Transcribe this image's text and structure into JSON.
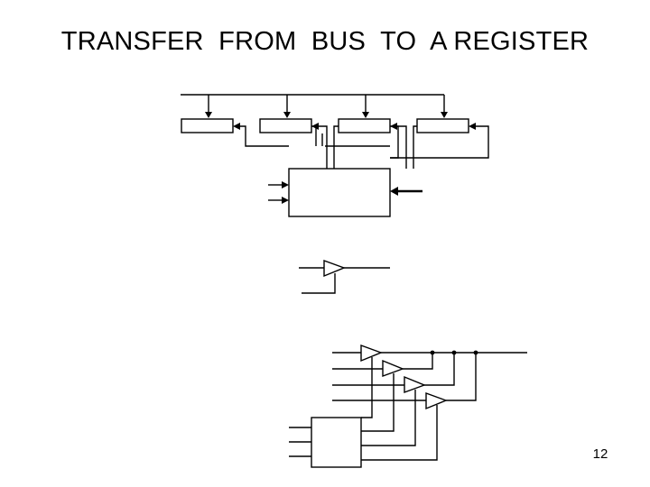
{
  "slide": {
    "title": "TRANSFER  FROM  BUS  TO  A REGISTER",
    "page_number": "12"
  },
  "diagram": {
    "registers": [
      "register-1",
      "register-2",
      "register-3",
      "register-4"
    ],
    "buffers": [
      "single-buffer",
      "buffer-1",
      "buffer-2",
      "buffer-3",
      "buffer-4"
    ],
    "blocks": [
      "selector-block",
      "decoder-block"
    ],
    "colors": {
      "line": "#000000",
      "background": "#ffffff"
    }
  }
}
